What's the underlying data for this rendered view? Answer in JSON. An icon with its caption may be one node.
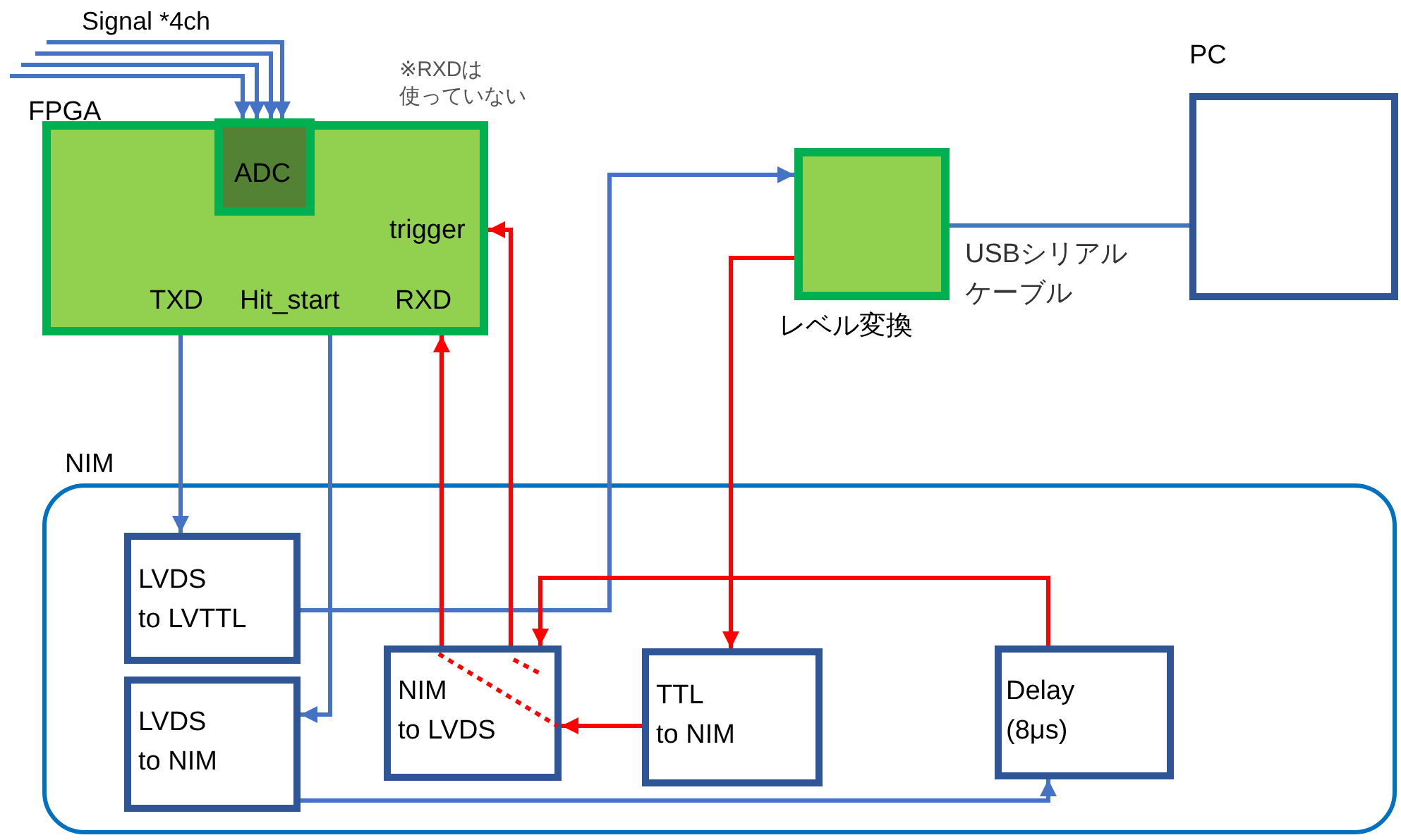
{
  "diagram": {
    "nodes": [
      {
        "text": [
          "FPGA",
          "trigger",
          "TXD",
          "Hit_start",
          "RXD"
        ]
      },
      {
        "text": [
          "ADC"
        ],
        "in": 0
      },
      {
        "text": [
          "レベル変換"
        ]
      },
      {
        "text": [
          "PC"
        ]
      },
      {
        "text": [
          "NIM"
        ]
      },
      {
        "text": [
          "LVDS to LVTTL"
        ],
        "in": 4
      },
      {
        "text": [
          "LVDS to NIM"
        ],
        "in": 4
      },
      {
        "text": [
          "NIM to LVDS"
        ],
        "in": 4
      },
      {
        "text": [
          "TTL to NIM"
        ],
        "in": 4
      },
      {
        "text": [
          "Delay (8μs)"
        ],
        "in": 4
      }
    ],
    "edges": [
      {
        "from": null,
        "to": 1,
        "arrow": "to"
      },
      {
        "from": null,
        "to": 1,
        "arrow": "to"
      },
      {
        "from": null,
        "to": 1,
        "arrow": "to"
      },
      {
        "from": null,
        "to": 1,
        "arrow": "to"
      },
      {
        "from": 0,
        "to": 5,
        "arrow": "to"
      },
      {
        "from": 0,
        "to": 6,
        "arrow": "to"
      },
      {
        "from": 5,
        "to": 2,
        "arrow": "to"
      },
      {
        "from": 2,
        "to": 3,
        "arrow": "none",
        "label": "USBシリアルケーブル"
      },
      {
        "from": 2,
        "to": 8,
        "arrow": "to",
        "color": "#ff0000"
      },
      {
        "from": 8,
        "to": 7,
        "arrow": "to",
        "color": "#ff0000"
      },
      {
        "from": 7,
        "to": 0,
        "arrow": "to",
        "color": "#ff0000"
      },
      {
        "from": 7,
        "to": 0,
        "arrow": "to",
        "color": "#ff0000"
      },
      {
        "from": 9,
        "to": 7,
        "arrow": "to",
        "color": "#ff0000"
      },
      {
        "from": 6,
        "to": 9,
        "arrow": "to"
      }
    ],
    "labels": [
      "Signal *4ch",
      "※RXDは使っていない"
    ]
  }
}
